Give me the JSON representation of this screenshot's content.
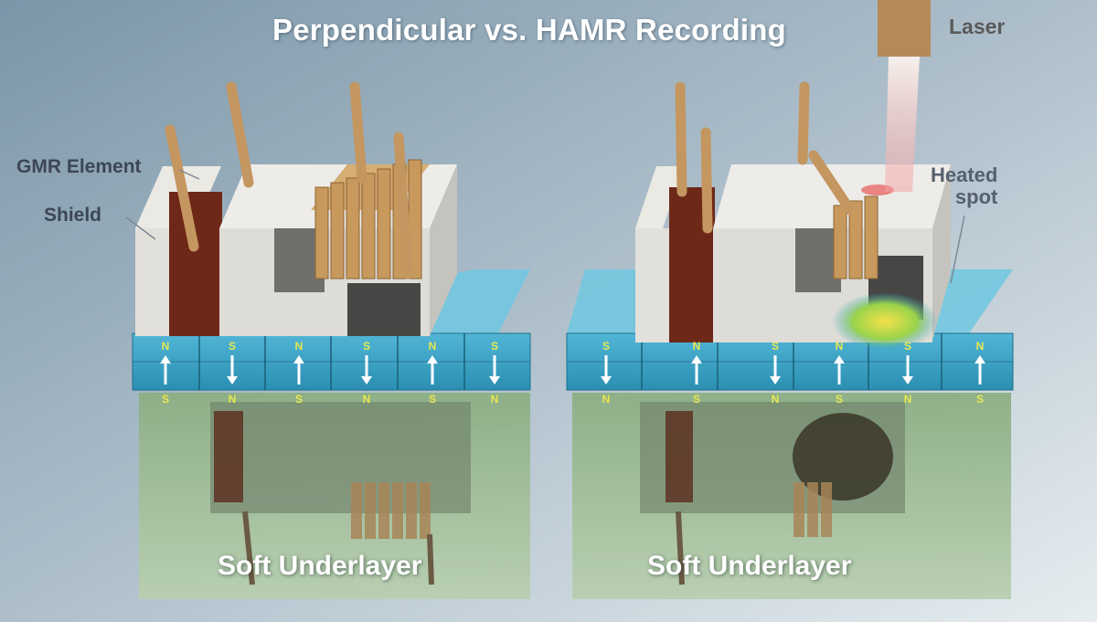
{
  "title": "Perpendicular vs. HAMR Recording",
  "labels": {
    "gmr_element": "GMR Element",
    "shield": "Shield",
    "laser": "Laser",
    "heated_spot_line1": "Heated",
    "heated_spot_line2": "spot"
  },
  "panels": [
    {
      "caption": "Soft Underlayer",
      "top_poles": [
        "N",
        "S",
        "N",
        "S",
        "N",
        "S"
      ],
      "arrows": [
        "up",
        "down",
        "up",
        "down",
        "up",
        "down"
      ],
      "bottom_poles": [
        "S",
        "N",
        "S",
        "N",
        "S",
        "N"
      ]
    },
    {
      "caption": "Soft Underlayer",
      "top_poles": [
        "S",
        "N",
        "S",
        "N",
        "S",
        "N"
      ],
      "arrows": [
        "down",
        "up",
        "down",
        "up",
        "down",
        "up"
      ],
      "bottom_poles": [
        "N",
        "S",
        "N",
        "S",
        "N",
        "S"
      ]
    }
  ],
  "colors": {
    "background": "#9fb4c2",
    "medium": "#3aa7c9",
    "underlayer": "#9dbf95",
    "head_block": "#e3e1dc",
    "pole_copper": "#7a2e1e",
    "coil": "#c89a62",
    "pole_letter": "#e8e850",
    "heated": "#f0e030"
  }
}
